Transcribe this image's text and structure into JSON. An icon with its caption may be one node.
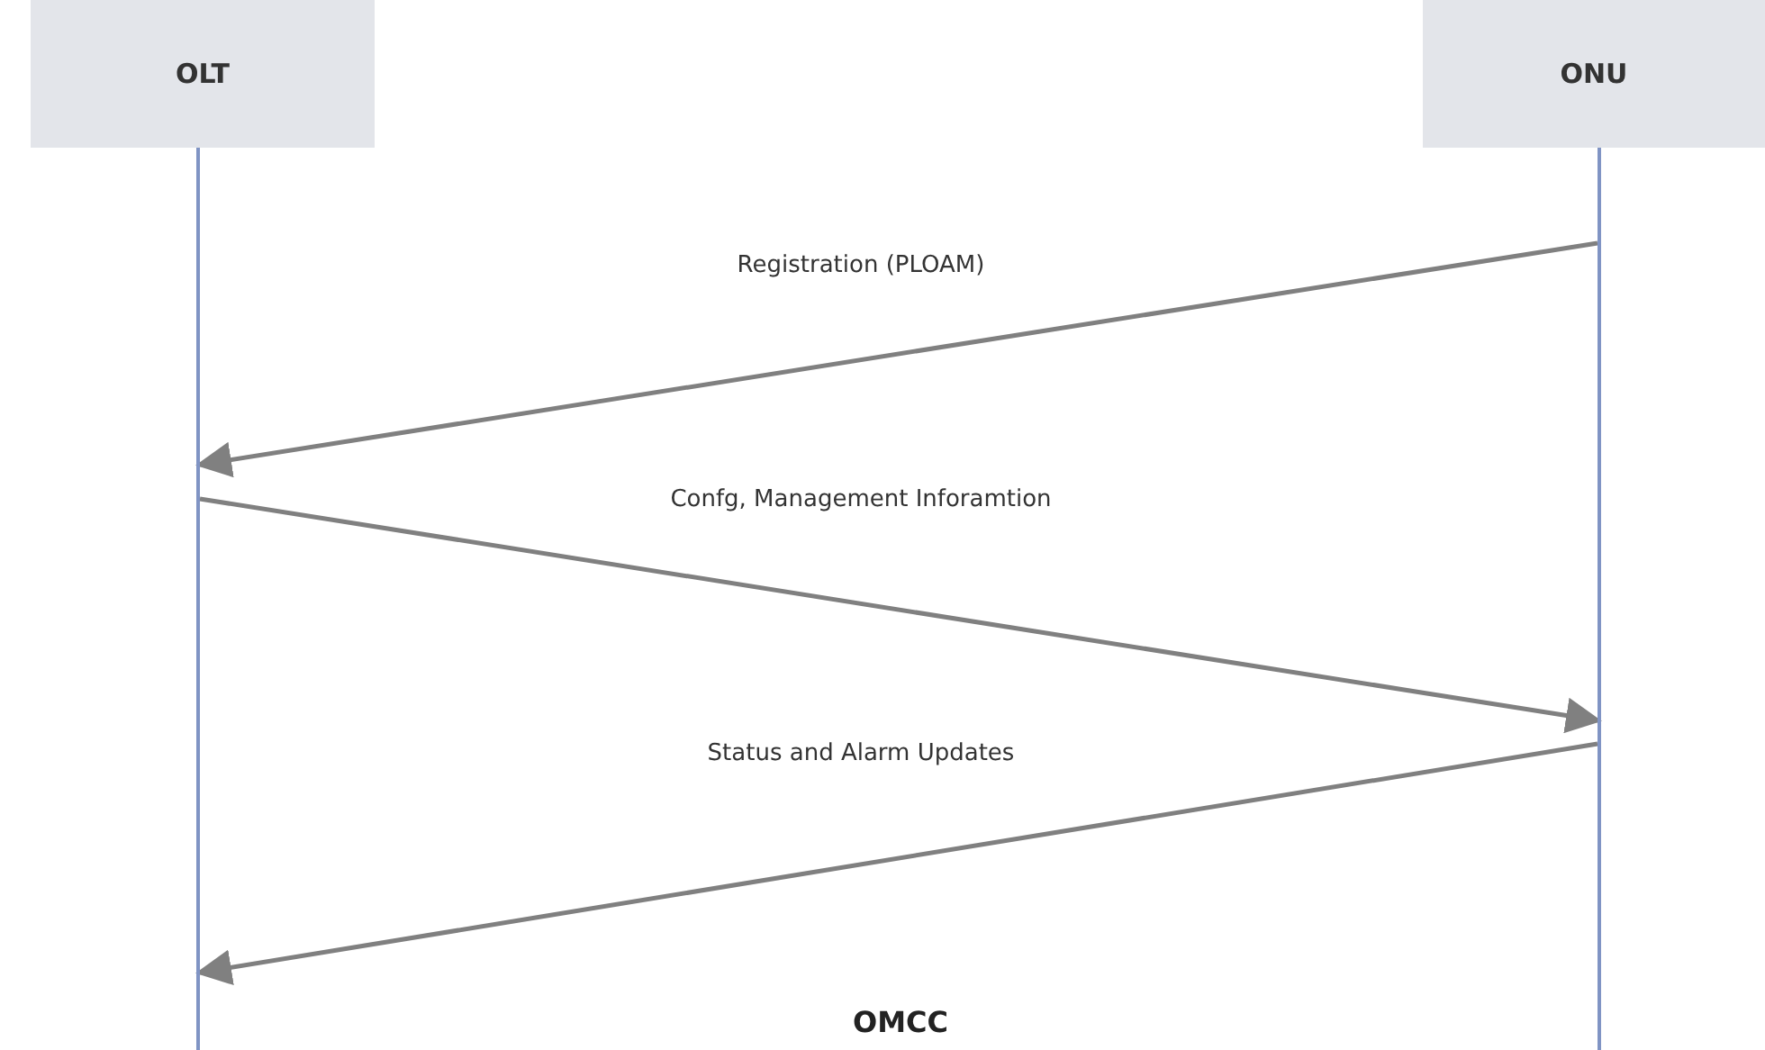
{
  "diagram": {
    "nodes": [
      {
        "text": [
          "OLT"
        ]
      },
      {
        "text": [
          "ONU"
        ]
      },
      {
        "text": [],
        "shape": "bar"
      },
      {
        "text": [],
        "shape": "bar"
      }
    ],
    "edges": [
      {
        "from": 3,
        "to": 2,
        "arrow": "to",
        "label": "Registration (PLOAM)"
      },
      {
        "from": 2,
        "to": 3,
        "arrow": "to",
        "label": "Confg, Management Inforamtion"
      },
      {
        "from": 3,
        "to": 2,
        "arrow": "to",
        "label": "Status and Alarm Updates"
      }
    ],
    "labels": [
      "OMCC"
    ]
  }
}
